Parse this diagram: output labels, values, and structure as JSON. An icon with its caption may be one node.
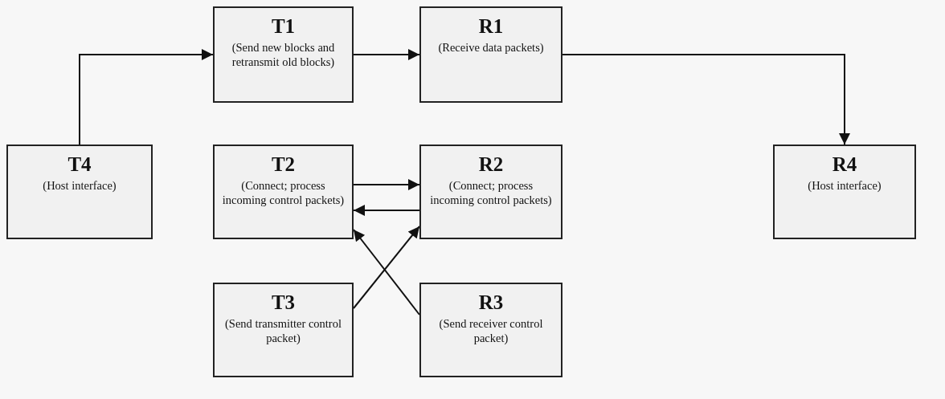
{
  "diagram": {
    "nodes": [
      {
        "text": [
          "T1",
          "(Send new blocks and retransmit old blocks)"
        ]
      },
      {
        "text": [
          "R1",
          "(Receive data packets)"
        ]
      },
      {
        "text": [
          "T4",
          "(Host interface)"
        ]
      },
      {
        "text": [
          "T2",
          "(Connect; process incoming control packets)"
        ]
      },
      {
        "text": [
          "R2",
          "(Connect; process incoming control packets)"
        ]
      },
      {
        "text": [
          "R4",
          "(Host interface)"
        ]
      },
      {
        "text": [
          "T3",
          "(Send transmitter control packet)"
        ]
      },
      {
        "text": [
          "R3",
          "(Send receiver control packet)"
        ]
      }
    ],
    "edges": [
      {
        "from": 2,
        "to": 0,
        "arrow": "to"
      },
      {
        "from": 0,
        "to": 1,
        "arrow": "to"
      },
      {
        "from": 1,
        "to": 5,
        "arrow": "to"
      },
      {
        "from": 3,
        "to": 4,
        "arrow": "to"
      },
      {
        "from": 4,
        "to": 3,
        "arrow": "to"
      },
      {
        "from": 6,
        "to": 4,
        "arrow": "to"
      },
      {
        "from": 7,
        "to": 3,
        "arrow": "to"
      }
    ]
  }
}
